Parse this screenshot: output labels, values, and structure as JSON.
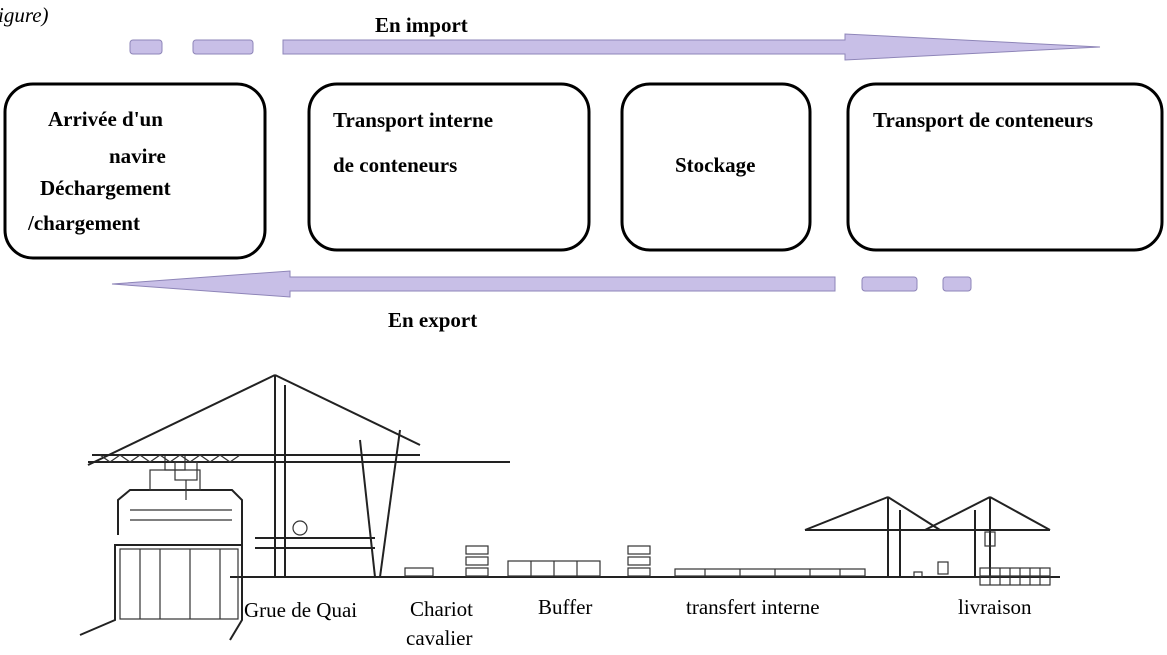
{
  "partial_text_top_left": "igure)",
  "arrows": {
    "import_label": "En import",
    "export_label": "En export",
    "fill_color": "#c8bfe7",
    "stroke_color": "#8e85b8"
  },
  "boxes": [
    {
      "lines": [
        "Arrivée d'un",
        "navire",
        "Déchargement",
        "/chargement"
      ]
    },
    {
      "lines": [
        "Transport interne",
        "de conteneurs"
      ]
    },
    {
      "lines": [
        "Stockage"
      ]
    },
    {
      "lines": [
        "Transport de conteneurs"
      ]
    }
  ],
  "equipment_labels": {
    "quay_crane": "Grue de Quai",
    "straddle_carrier_line1": "Chariot",
    "straddle_carrier_line2": "cavalier",
    "buffer": "Buffer",
    "internal_transfer": "transfert interne",
    "delivery": "livraison"
  }
}
